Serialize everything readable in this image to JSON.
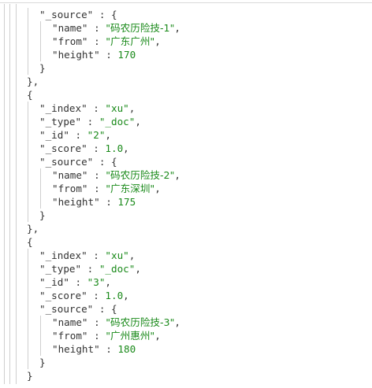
{
  "lines": [
    {
      "i": 3,
      "t": [
        [
          "k",
          "\"_source\""
        ],
        [
          "p",
          " : {"
        ]
      ]
    },
    {
      "i": 4,
      "t": [
        [
          "k",
          "\"name\""
        ],
        [
          "p",
          " : "
        ],
        [
          "s",
          "\"码农历险技-1\""
        ],
        [
          "p",
          ","
        ]
      ]
    },
    {
      "i": 4,
      "t": [
        [
          "k",
          "\"from\""
        ],
        [
          "p",
          " : "
        ],
        [
          "s",
          "\"广东广州\""
        ],
        [
          "p",
          ","
        ]
      ]
    },
    {
      "i": 4,
      "t": [
        [
          "k",
          "\"height\""
        ],
        [
          "p",
          " : "
        ],
        [
          "n",
          "170"
        ]
      ]
    },
    {
      "i": 3,
      "t": [
        [
          "p",
          "}"
        ]
      ]
    },
    {
      "i": 2,
      "t": [
        [
          "p",
          "},"
        ]
      ]
    },
    {
      "i": 2,
      "t": [
        [
          "p",
          "{"
        ]
      ]
    },
    {
      "i": 3,
      "t": [
        [
          "k",
          "\"_index\""
        ],
        [
          "p",
          " : "
        ],
        [
          "s",
          "\"xu\""
        ],
        [
          "p",
          ","
        ]
      ]
    },
    {
      "i": 3,
      "t": [
        [
          "k",
          "\"_type\""
        ],
        [
          "p",
          " : "
        ],
        [
          "s",
          "\"_doc\""
        ],
        [
          "p",
          ","
        ]
      ]
    },
    {
      "i": 3,
      "t": [
        [
          "k",
          "\"_id\""
        ],
        [
          "p",
          " : "
        ],
        [
          "s",
          "\"2\""
        ],
        [
          "p",
          ","
        ]
      ]
    },
    {
      "i": 3,
      "t": [
        [
          "k",
          "\"_score\""
        ],
        [
          "p",
          " : "
        ],
        [
          "n",
          "1.0"
        ],
        [
          "p",
          ","
        ]
      ]
    },
    {
      "i": 3,
      "t": [
        [
          "k",
          "\"_source\""
        ],
        [
          "p",
          " : {"
        ]
      ]
    },
    {
      "i": 4,
      "t": [
        [
          "k",
          "\"name\""
        ],
        [
          "p",
          " : "
        ],
        [
          "s",
          "\"码农历险技-2\""
        ],
        [
          "p",
          ","
        ]
      ]
    },
    {
      "i": 4,
      "t": [
        [
          "k",
          "\"from\""
        ],
        [
          "p",
          " : "
        ],
        [
          "s",
          "\"广东深圳\""
        ],
        [
          "p",
          ","
        ]
      ]
    },
    {
      "i": 4,
      "t": [
        [
          "k",
          "\"height\""
        ],
        [
          "p",
          " : "
        ],
        [
          "n",
          "175"
        ]
      ]
    },
    {
      "i": 3,
      "t": [
        [
          "p",
          "}"
        ]
      ]
    },
    {
      "i": 2,
      "t": [
        [
          "p",
          "},"
        ]
      ]
    },
    {
      "i": 2,
      "t": [
        [
          "p",
          "{"
        ]
      ]
    },
    {
      "i": 3,
      "t": [
        [
          "k",
          "\"_index\""
        ],
        [
          "p",
          " : "
        ],
        [
          "s",
          "\"xu\""
        ],
        [
          "p",
          ","
        ]
      ]
    },
    {
      "i": 3,
      "t": [
        [
          "k",
          "\"_type\""
        ],
        [
          "p",
          " : "
        ],
        [
          "s",
          "\"_doc\""
        ],
        [
          "p",
          ","
        ]
      ]
    },
    {
      "i": 3,
      "t": [
        [
          "k",
          "\"_id\""
        ],
        [
          "p",
          " : "
        ],
        [
          "s",
          "\"3\""
        ],
        [
          "p",
          ","
        ]
      ]
    },
    {
      "i": 3,
      "t": [
        [
          "k",
          "\"_score\""
        ],
        [
          "p",
          " : "
        ],
        [
          "n",
          "1.0"
        ],
        [
          "p",
          ","
        ]
      ]
    },
    {
      "i": 3,
      "t": [
        [
          "k",
          "\"_source\""
        ],
        [
          "p",
          " : {"
        ]
      ]
    },
    {
      "i": 4,
      "t": [
        [
          "k",
          "\"name\""
        ],
        [
          "p",
          " : "
        ],
        [
          "s",
          "\"码农历险技-3\""
        ],
        [
          "p",
          ","
        ]
      ]
    },
    {
      "i": 4,
      "t": [
        [
          "k",
          "\"from\""
        ],
        [
          "p",
          " : "
        ],
        [
          "s",
          "\"广州惠州\""
        ],
        [
          "p",
          ","
        ]
      ]
    },
    {
      "i": 4,
      "t": [
        [
          "k",
          "\"height\""
        ],
        [
          "p",
          " : "
        ],
        [
          "n",
          "180"
        ]
      ]
    },
    {
      "i": 3,
      "t": [
        [
          "p",
          "}"
        ]
      ]
    },
    {
      "i": 2,
      "t": [
        [
          "p",
          "}"
        ]
      ]
    }
  ],
  "colors": {
    "key": "#333333",
    "string": "#1a8a1a",
    "number": "#1a8a1a",
    "guide": "#cfcfcf"
  }
}
